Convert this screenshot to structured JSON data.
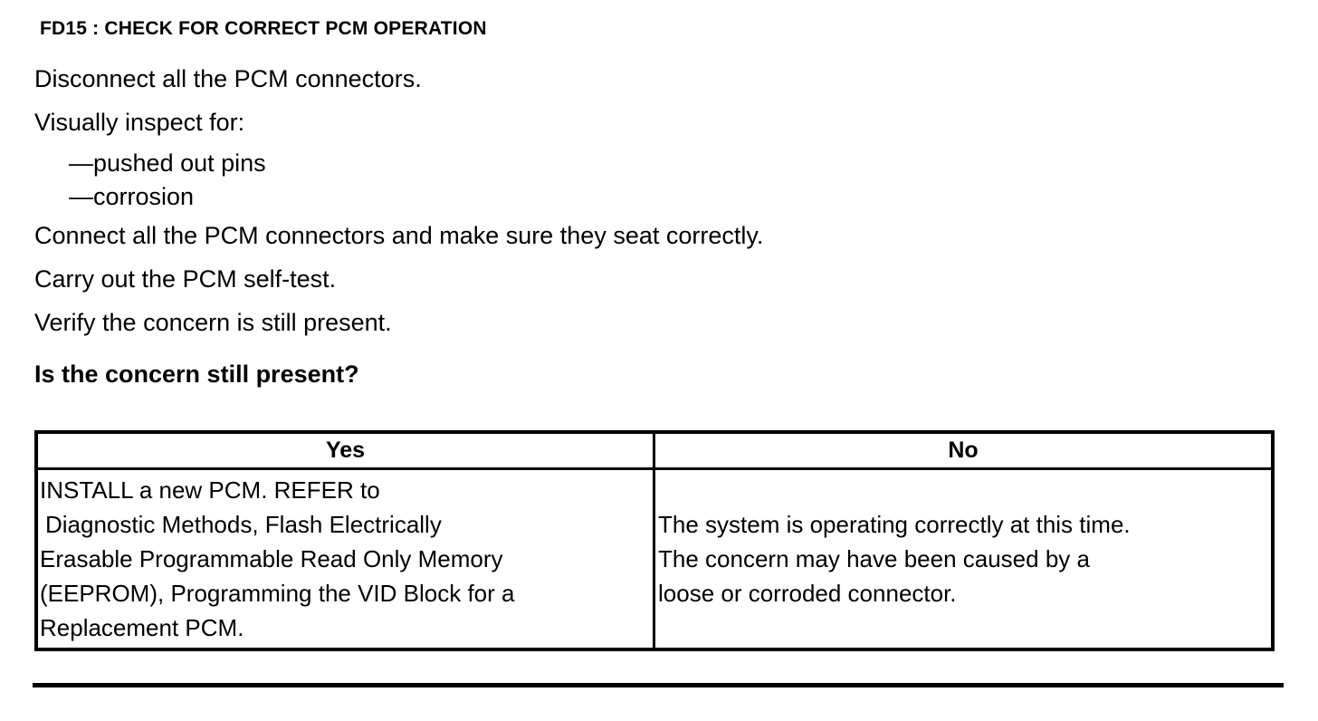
{
  "document": {
    "title": "FD15 : CHECK FOR CORRECT PCM OPERATION",
    "steps": [
      {
        "text": "Disconnect all the PCM connectors.",
        "style": "normal"
      },
      {
        "text": "Visually inspect for:",
        "style": "normal"
      },
      {
        "text": "—pushed out pins",
        "style": "sub"
      },
      {
        "text": "—corrosion",
        "style": "sub"
      },
      {
        "text": "Connect all the PCM connectors and make sure they seat correctly.",
        "style": "normal"
      },
      {
        "text": "Carry out the PCM self-test.",
        "style": "normal"
      },
      {
        "text": "Verify the concern is still present.",
        "style": "normal"
      },
      {
        "text": "Is the concern still present?",
        "style": "bold"
      }
    ]
  },
  "decision_table": {
    "headers": {
      "yes": "Yes",
      "no": "No"
    },
    "yes_cell": {
      "lines": [
        "INSTALL a new PCM. REFER to",
        " Diagnostic Methods, Flash Electrically",
        "Erasable Programmable Read Only Memory",
        "(EEPROM), Programming the VID Block for a",
        "Replacement PCM."
      ]
    },
    "no_cell": {
      "lines": [
        "The system is operating correctly at this time.",
        "The concern may have been caused by a",
        "loose or corroded connector."
      ]
    }
  },
  "colors": {
    "ink": "#000000",
    "paper": "#ffffff"
  }
}
